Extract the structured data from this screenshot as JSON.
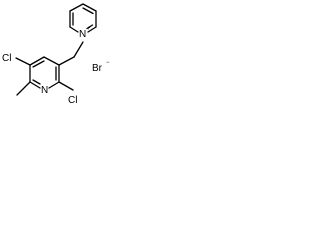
{
  "molecule": {
    "atoms": {
      "pyridinium_n": "N",
      "pyridinium_n_charge": "+",
      "cl_left": "Cl",
      "ring_n": "N",
      "cl_right": "Cl",
      "bromide": "Br",
      "bromide_charge": "−"
    },
    "colors": {
      "bond": "#000000",
      "text": "#000000",
      "background": "#ffffff"
    }
  }
}
